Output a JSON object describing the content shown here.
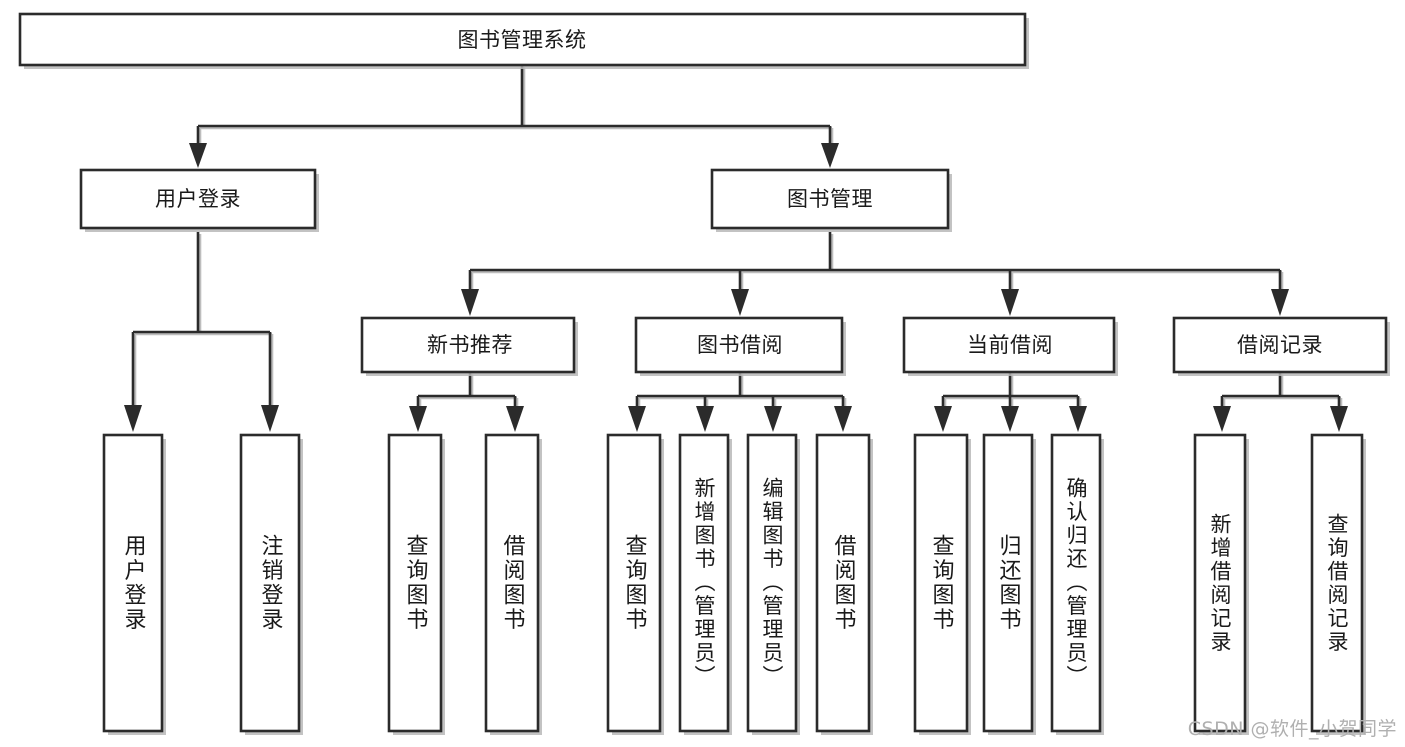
{
  "diagram": {
    "type": "tree-hierarchy",
    "title": "图书管理系统",
    "orientation": "top-down",
    "colors": {
      "box_stroke": "#2b2b2b",
      "box_fill": "#ffffff",
      "connector": "#2b2b2b",
      "text": "#1a1a1a",
      "watermark": "#b0b0b0",
      "background": "#ffffff"
    },
    "root": {
      "label": "图书管理系统"
    },
    "level2": [
      {
        "label": "用户登录"
      },
      {
        "label": "图书管理"
      }
    ],
    "level3": [
      {
        "label": "新书推荐"
      },
      {
        "label": "图书借阅"
      },
      {
        "label": "当前借阅"
      },
      {
        "label": "借阅记录"
      }
    ],
    "leaves": [
      {
        "label": "用户登录",
        "parent": "用户登录"
      },
      {
        "label": "注销登录",
        "parent": "用户登录"
      },
      {
        "label": "查询图书",
        "parent": "新书推荐"
      },
      {
        "label": "借阅图书",
        "parent": "新书推荐"
      },
      {
        "label": "查询图书",
        "parent": "图书借阅"
      },
      {
        "label": "新增图书（管理员）",
        "parent": "图书借阅"
      },
      {
        "label": "编辑图书（管理员）",
        "parent": "图书借阅"
      },
      {
        "label": "借阅图书",
        "parent": "图书借阅"
      },
      {
        "label": "查询图书",
        "parent": "当前借阅"
      },
      {
        "label": "归还图书",
        "parent": "当前借阅"
      },
      {
        "label": "确认归还（管理员）",
        "parent": "当前借阅"
      },
      {
        "label": "新增借阅记录",
        "parent": "借阅记录"
      },
      {
        "label": "查询借阅记录",
        "parent": "借阅记录"
      }
    ]
  },
  "watermark": {
    "text": "CSDN @软件_小贺同学"
  }
}
